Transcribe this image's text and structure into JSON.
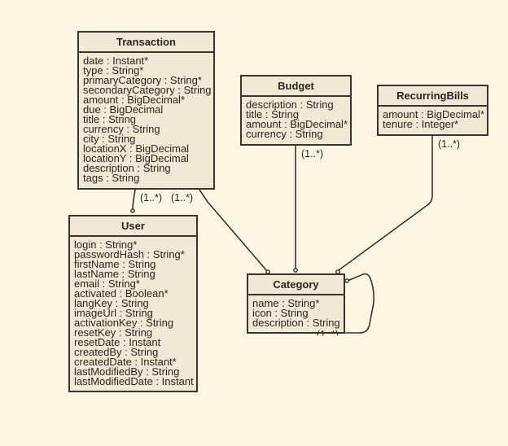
{
  "classes": {
    "transaction": {
      "name": "Transaction",
      "attributes": [
        "date : Instant*",
        "type : String*",
        "primaryCategory : String*",
        "secondaryCategory : String",
        "amount : BigDecimal*",
        "due : BigDecimal",
        "title : String",
        "currency : String",
        "city : String",
        "locationX : BigDecimal",
        "locationY : BigDecimal",
        "description : String",
        "tags : String"
      ]
    },
    "budget": {
      "name": "Budget",
      "attributes": [
        "description : String",
        "title : String",
        "amount : BigDecimal*",
        "currency : String"
      ]
    },
    "recurringBills": {
      "name": "RecurringBills",
      "attributes": [
        "amount : BigDecimal*",
        "tenure : Integer*"
      ]
    },
    "user": {
      "name": "User",
      "attributes": [
        "login : String*",
        "passwordHash : String*",
        "firstName : String",
        "lastName : String",
        "email : String*",
        "activated : Boolean*",
        "langKey : String",
        "imageUrl : String",
        "activationKey : String",
        "resetKey : String",
        "resetDate : Instant",
        "createdBy : String",
        "createdDate : Instant*",
        "lastModifiedBy : String",
        "lastModifiedDate : Instant"
      ]
    },
    "category": {
      "name": "Category",
      "attributes": [
        "name : String*",
        "icon : String",
        "description : String"
      ]
    }
  },
  "multiplicities": {
    "transaction_user": "(1..*)",
    "transaction_category": "(1..*)",
    "budget_category": "(1..*)",
    "recurringbills_category": "(1..*)",
    "category_self": "(1..*)"
  },
  "colors": {
    "background": "#fdf6e3",
    "box_fill": "#f1e8d5",
    "stroke": "#3a342c"
  }
}
